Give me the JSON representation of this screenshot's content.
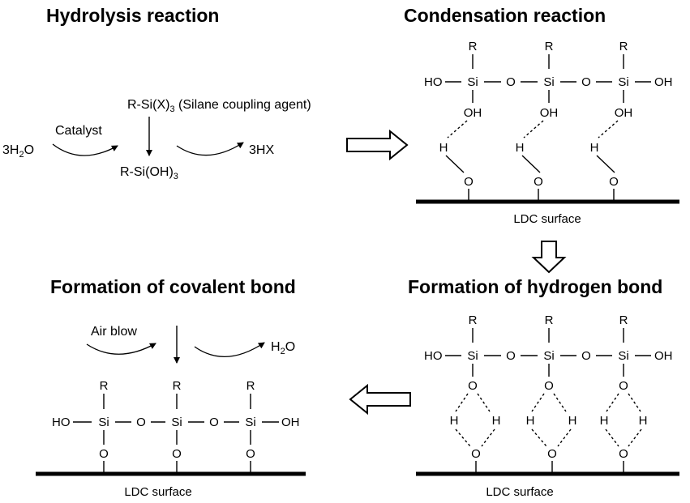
{
  "titles": {
    "hydrolysis": "Hydrolysis reaction",
    "condensation": "Condensation reaction",
    "covalent": "Formation of covalent bond",
    "hydrogen": "Formation of hydrogen bond"
  },
  "hydrolysis": {
    "water_main": "3H",
    "water_sub": "2",
    "water_end": "O",
    "catalyst": "Catalyst",
    "silane_main": "R-Si(X)",
    "silane_sub": "3",
    "silane_note": " (Silane coupling agent)",
    "silanol_main": "R-Si(OH)",
    "silanol_sub": "3",
    "byproduct": "3HX"
  },
  "molecule": {
    "R": "R",
    "Si": "Si",
    "O": "O",
    "H": "H",
    "OH": "OH",
    "HO": "HO"
  },
  "surface_label": "LDC surface",
  "covalent": {
    "air_blow": "Air blow",
    "water_main": "H",
    "water_sub": "2",
    "water_end": "O"
  }
}
